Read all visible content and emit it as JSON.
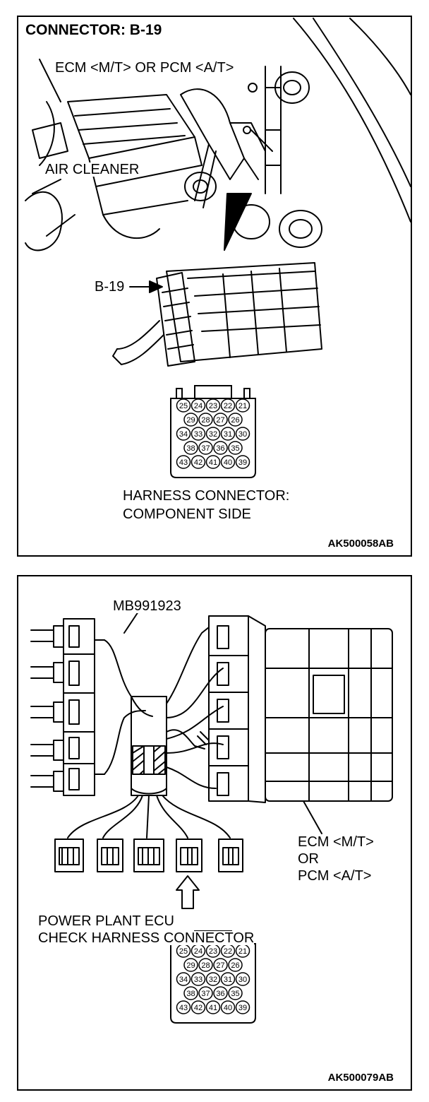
{
  "panel1": {
    "title": "CONNECTOR: B-19",
    "ecm_label": "ECM <M/T> OR PCM <A/T>",
    "air_cleaner_label": "AIR CLEANER",
    "connector_label": "B-19",
    "harness_line1": "HARNESS CONNECTOR:",
    "harness_line2": "COMPONENT SIDE",
    "figure_id": "AK500058AB"
  },
  "panel2": {
    "tool_label": "MB991923",
    "ecm_line1": "ECM <M/T>",
    "ecm_line2": "OR",
    "ecm_line3": "PCM <A/T>",
    "check_line1": "POWER PLANT ECU",
    "check_line2": "CHECK HARNESS CONNECTOR",
    "figure_id": "AK500079AB"
  },
  "pinout": {
    "rows": [
      [
        "25",
        "24",
        "23",
        "22",
        "21"
      ],
      [
        "29",
        "28",
        "27",
        "26"
      ],
      [
        "34",
        "33",
        "32",
        "31",
        "30"
      ],
      [
        "38",
        "37",
        "36",
        "35"
      ],
      [
        "43",
        "42",
        "41",
        "40",
        "39"
      ]
    ]
  }
}
